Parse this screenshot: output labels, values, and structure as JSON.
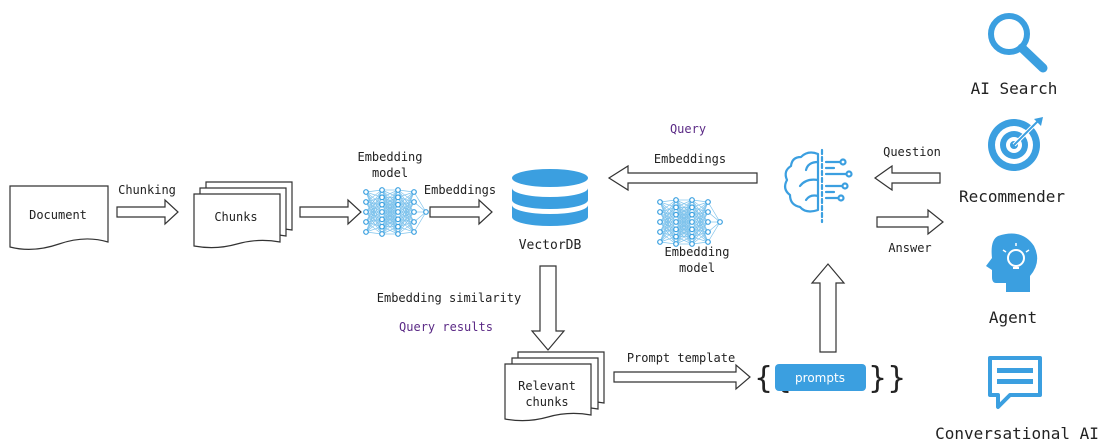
{
  "nodes": {
    "document": "Document",
    "chunks": "Chunks",
    "relevant_chunks": [
      "Relevant",
      "chunks"
    ],
    "vector_db": "VectorDB",
    "prompts": "prompts",
    "embedding_model_1": [
      "Embedding",
      "model"
    ],
    "embedding_model_2": [
      "Embedding",
      "model"
    ]
  },
  "edge_labels": {
    "chunking": "Chunking",
    "embeddings_in": "Embeddings",
    "query": "Query",
    "embeddings_query": "Embeddings",
    "embedding_similarity": "Embedding similarity",
    "query_results": "Query results",
    "prompt_template": "Prompt template",
    "question": "Question",
    "answer": "Answer"
  },
  "applications": [
    {
      "label": "AI Search",
      "icon": "search-icon"
    },
    {
      "label": "Recommender",
      "icon": "target-icon"
    },
    {
      "label": "Agent",
      "icon": "idea-head-icon"
    },
    {
      "label": "Conversational AI",
      "icon": "chat-icon"
    }
  ],
  "colors": {
    "accent": "#3b9fe0",
    "purple_label": "#5b2a86",
    "outline": "#333333"
  }
}
